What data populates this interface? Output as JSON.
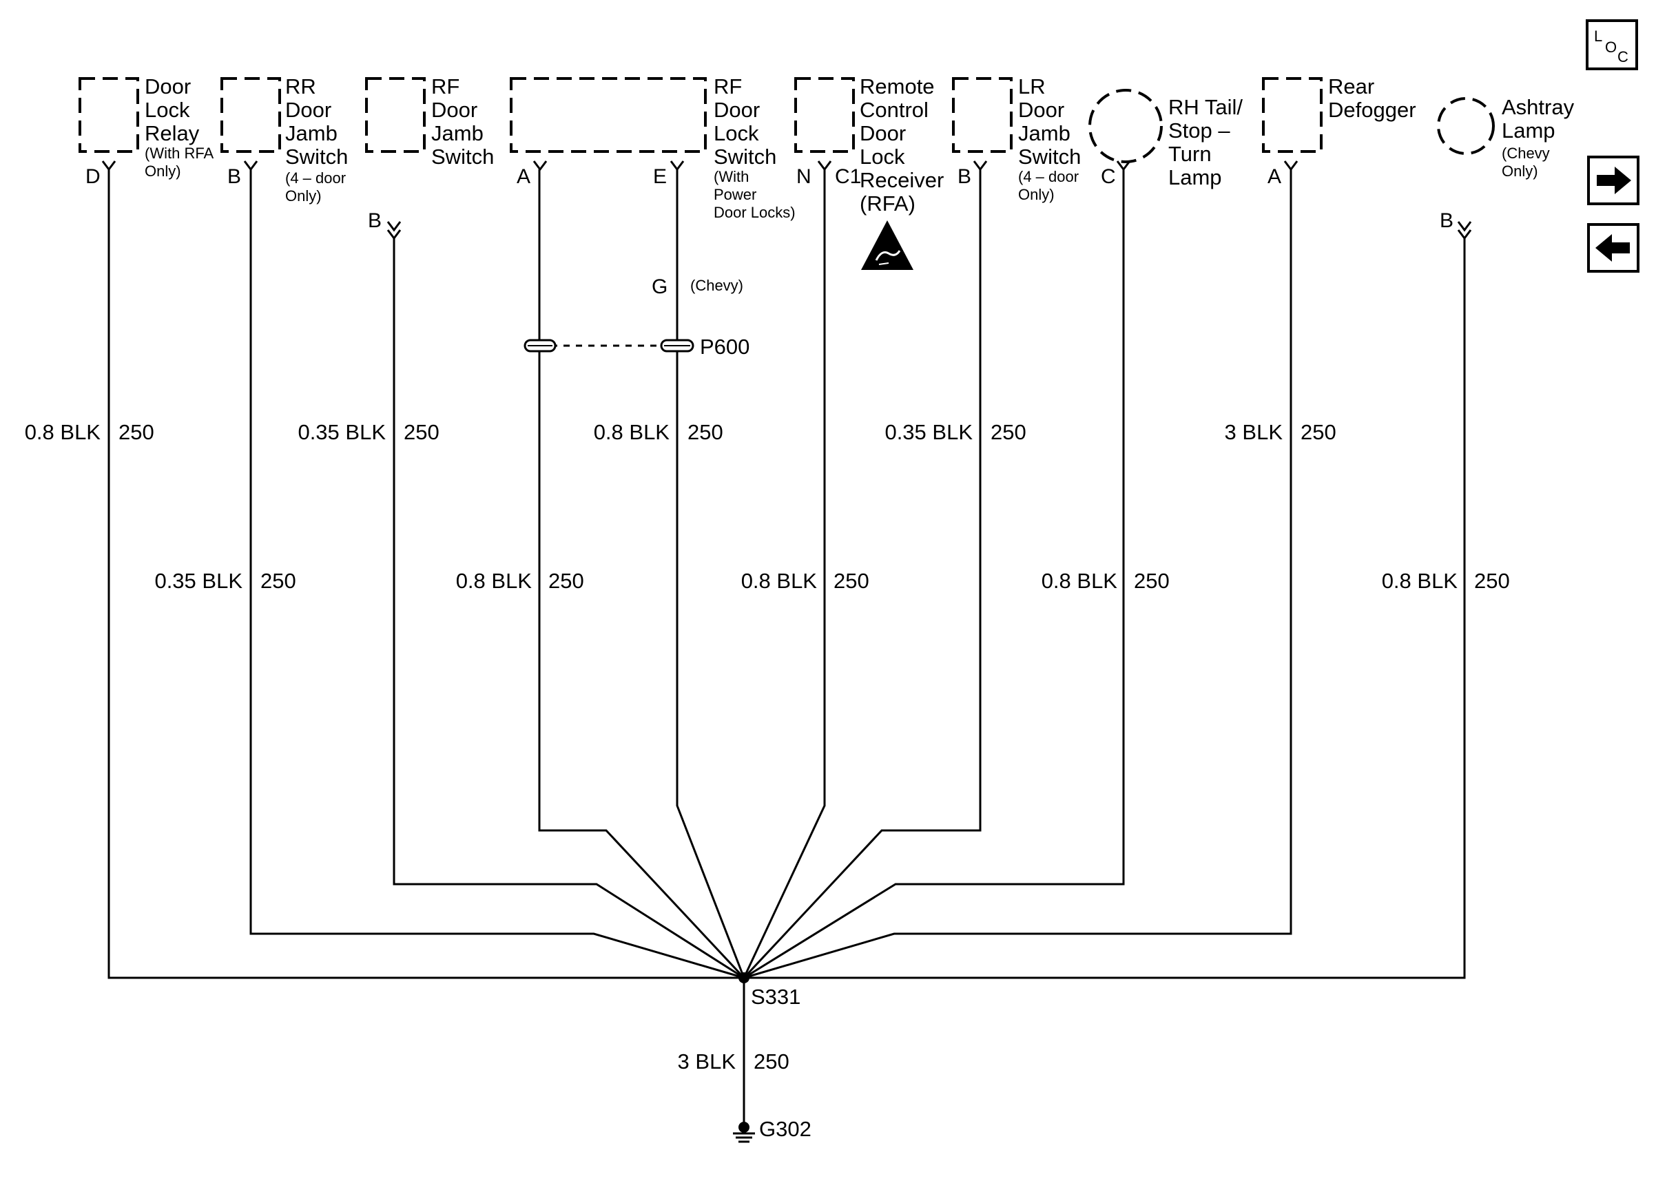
{
  "components": [
    {
      "id": "door-lock-relay",
      "lines": [
        "Door",
        "Lock",
        "Relay"
      ],
      "note": [
        "(With RFA",
        "Only)"
      ]
    },
    {
      "id": "rr-door-jamb-switch",
      "lines": [
        "RR",
        "Door",
        "Jamb",
        "Switch"
      ],
      "note": [
        "(4 – door",
        "Only)"
      ]
    },
    {
      "id": "rf-door-jamb-switch",
      "lines": [
        "RF",
        "Door",
        "Jamb",
        "Switch"
      ],
      "note": []
    },
    {
      "id": "rf-door-lock-switch",
      "lines": [
        "RF",
        "Door",
        "Lock",
        "Switch"
      ],
      "note": [
        "(With",
        "Power",
        "Door Locks)"
      ]
    },
    {
      "id": "remote-control-door-lock-receiver",
      "lines": [
        "Remote",
        "Control",
        "Door",
        "Lock",
        "Receiver",
        "(RFA)"
      ],
      "note": []
    },
    {
      "id": "lr-door-jamb-switch",
      "lines": [
        "LR",
        "Door",
        "Jamb",
        "Switch"
      ],
      "note": [
        "(4 – door",
        "Only)"
      ]
    },
    {
      "id": "rh-tail-stop-turn-lamp",
      "lines": [
        "RH Tail/",
        "Stop –",
        "Turn",
        "Lamp"
      ],
      "note": []
    },
    {
      "id": "rear-defogger",
      "lines": [
        "Rear",
        "Defogger"
      ],
      "note": []
    },
    {
      "id": "ashtray-lamp",
      "lines": [
        "Ashtray",
        "Lamp"
      ],
      "note": [
        "(Chevy",
        "Only)"
      ]
    }
  ],
  "pins": [
    "D",
    "B",
    "B",
    "A",
    "E",
    "N",
    "C1",
    "B",
    "C",
    "A",
    "B"
  ],
  "inline_connector": {
    "pin": "G",
    "note": "(Chevy)",
    "name": "P600"
  },
  "wires": [
    {
      "gauge": "0.8 BLK",
      "circuit": "250"
    },
    {
      "gauge": "0.35 BLK",
      "circuit": "250"
    },
    {
      "gauge": "0.35 BLK",
      "circuit": "250"
    },
    {
      "gauge": "0.8 BLK",
      "circuit": "250"
    },
    {
      "gauge": "0.8 BLK",
      "circuit": "250"
    },
    {
      "gauge": "0.8 BLK",
      "circuit": "250"
    },
    {
      "gauge": "0.35 BLK",
      "circuit": "250"
    },
    {
      "gauge": "0.8 BLK",
      "circuit": "250"
    },
    {
      "gauge": "3 BLK",
      "circuit": "250"
    },
    {
      "gauge": "0.8 BLK",
      "circuit": "250"
    },
    {
      "gauge": "3 BLK",
      "circuit": "250"
    }
  ],
  "splice": "S331",
  "ground": "G302",
  "loc_button": {
    "l": "L",
    "o": "O",
    "c": "C"
  },
  "nav": {
    "next_icon": "arrow-right-icon",
    "prev_icon": "arrow-left-icon"
  }
}
